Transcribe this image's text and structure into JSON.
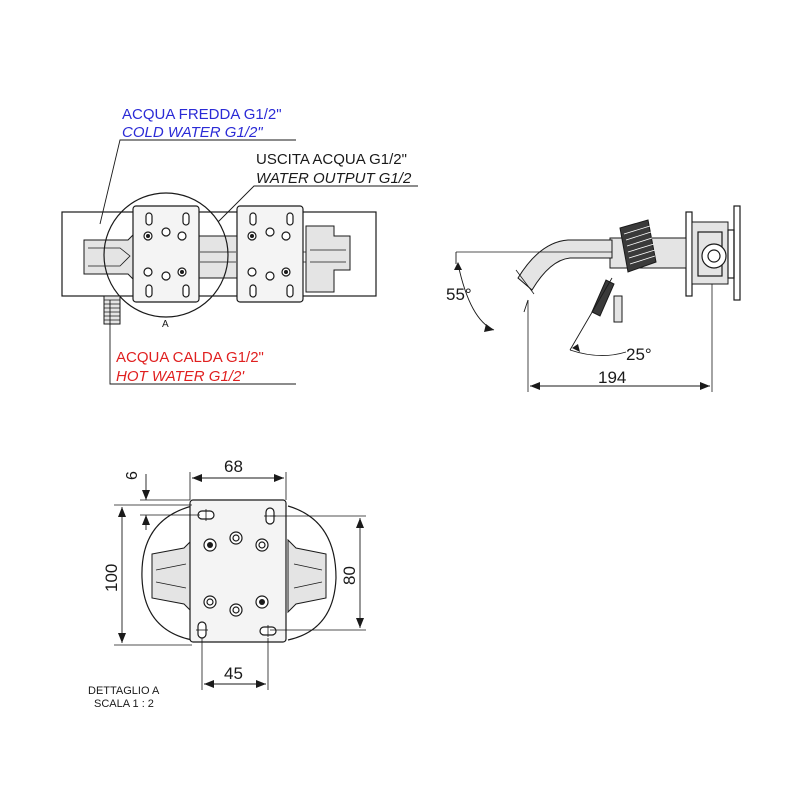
{
  "labels": {
    "cold_it": "ACQUA FREDDA G1/2\"",
    "cold_en": "COLD WATER G1/2\"",
    "output_it": "USCITA ACQUA G1/2\"",
    "output_en": "WATER OUTPUT G1/2",
    "hot_it": "ACQUA CALDA G1/2\"",
    "hot_en": "HOT WATER G1/2'",
    "detail_marker": "A",
    "detail_title": "DETTAGLIO A",
    "detail_scale": "SCALA 1 : 2"
  },
  "dimensions": {
    "angle_55": "55°",
    "angle_25": "25°",
    "depth_194": "194",
    "width_68": "68",
    "offset_6": "6",
    "height_100": "100",
    "height_80": "80",
    "width_45": "45"
  },
  "colors": {
    "cold": "#2b2bd6",
    "hot": "#e02020",
    "line": "#1a1a1a"
  }
}
